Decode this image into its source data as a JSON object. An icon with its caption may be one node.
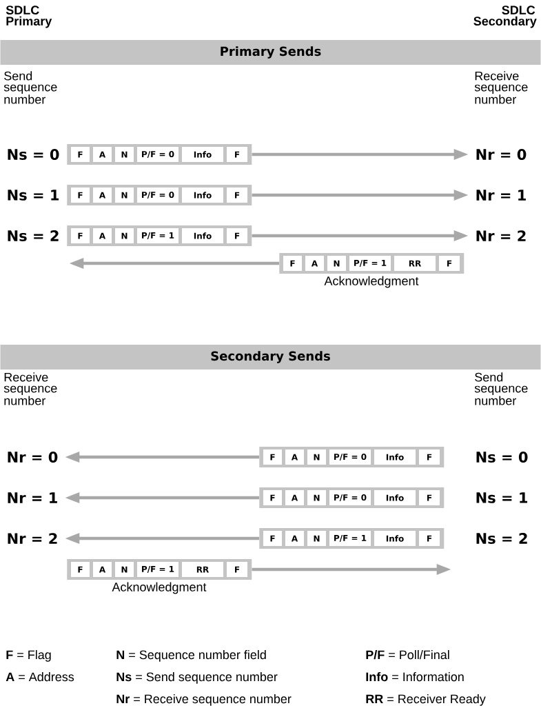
{
  "diagram": {
    "nodes": [
      {
        "text": [
          "Primary Sends"
        ]
      },
      {
        "text": [
          "Ns = 0"
        ]
      },
      {
        "text": [
          "F",
          "A",
          "N",
          "P/F = 0",
          "Info",
          "F"
        ]
      },
      {
        "text": [
          "Nr = 0"
        ]
      },
      {
        "text": [
          "Ns = 1"
        ]
      },
      {
        "text": [
          "F",
          "A",
          "N",
          "P/F = 0",
          "Info",
          "F"
        ]
      },
      {
        "text": [
          "Nr = 1"
        ]
      },
      {
        "text": [
          "Ns = 2"
        ]
      },
      {
        "text": [
          "F",
          "A",
          "N",
          "P/F = 1",
          "Info",
          "F"
        ]
      },
      {
        "text": [
          "Nr = 2"
        ]
      },
      {
        "text": [
          "F",
          "A",
          "N",
          "P/F = 1",
          "RR",
          "F"
        ],
        "beside": [
          "Acknowledgment"
        ]
      },
      {
        "text": [
          "Secondary Sends"
        ]
      },
      {
        "text": [
          "Nr = 0"
        ]
      },
      {
        "text": [
          "F",
          "A",
          "N",
          "P/F = 0",
          "Info",
          "F"
        ]
      },
      {
        "text": [
          "Ns = 0"
        ]
      },
      {
        "text": [
          "Nr = 1"
        ]
      },
      {
        "text": [
          "F",
          "A",
          "N",
          "P/F = 0",
          "Info",
          "F"
        ]
      },
      {
        "text": [
          "Ns = 1"
        ]
      },
      {
        "text": [
          "Nr = 2"
        ]
      },
      {
        "text": [
          "F",
          "A",
          "N",
          "P/F = 1",
          "Info",
          "F"
        ]
      },
      {
        "text": [
          "Ns = 2"
        ]
      },
      {
        "text": [
          "F",
          "A",
          "N",
          "P/F = 1",
          "RR",
          "F"
        ],
        "beside": [
          "Acknowledgment"
        ]
      }
    ],
    "edges": [
      {
        "from": 2,
        "to": 3,
        "arrow": "to"
      },
      {
        "from": 5,
        "to": 6,
        "arrow": "to"
      },
      {
        "from": 8,
        "to": 9,
        "arrow": "to"
      },
      {
        "from": 10,
        "to": null,
        "arrow": "to"
      },
      {
        "from": 13,
        "to": 12,
        "arrow": "to"
      },
      {
        "from": 16,
        "to": 15,
        "arrow": "to"
      },
      {
        "from": 19,
        "to": 18,
        "arrow": "to"
      },
      {
        "from": 21,
        "to": null,
        "arrow": "to"
      }
    ],
    "labels": [
      "SDLC Primary",
      "SDLC Secondary",
      "Send sequence number",
      "Receive sequence number",
      "Receive sequence number",
      "Send sequence number",
      "**F** = Flag",
      "**N** = Sequence number field",
      "**P/F** = Poll/Final",
      "**A** = Address",
      "**Ns** = Send sequence number",
      "**Info** = Information",
      "**Nr** = Receive sequence number",
      "**RR** = Receiver Ready"
    ]
  }
}
